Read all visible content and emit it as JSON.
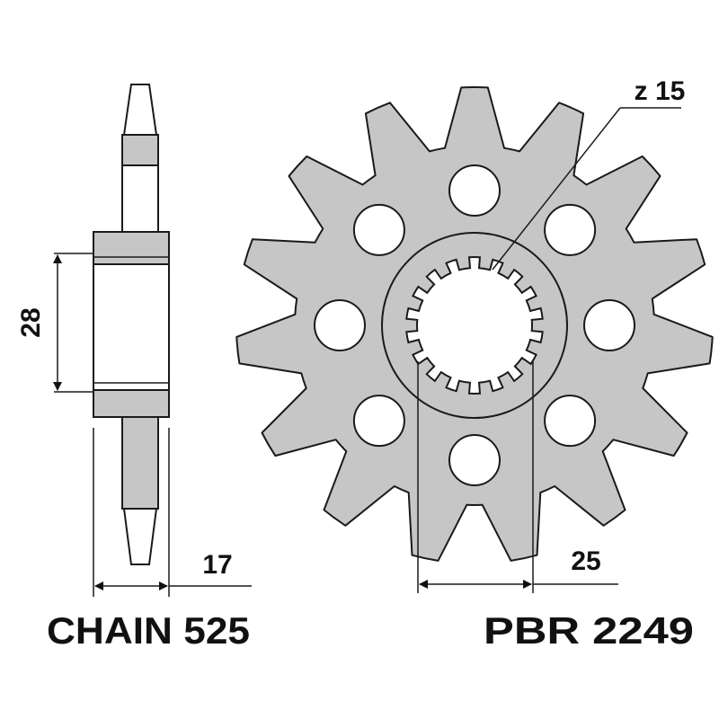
{
  "labels": {
    "teeth": "z 15",
    "hub_width": "28",
    "tooth_width": "17",
    "spline_diameter": "25",
    "chain": "CHAIN 525",
    "part_number": "PBR 2249"
  },
  "sprocket": {
    "teeth": 15,
    "holes": 8,
    "splines": 18
  },
  "colors": {
    "fill": "#c6c6c6",
    "line": "#1a1a1a",
    "text": "#111111"
  }
}
